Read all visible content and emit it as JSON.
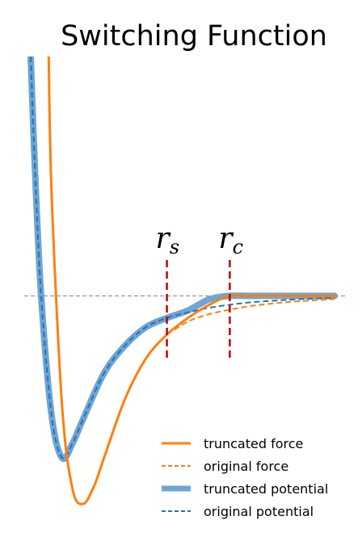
{
  "chart_data": {
    "type": "line",
    "title": "Switching Function",
    "xlabel": "",
    "ylabel": "",
    "xlim": [
      0.3,
      1.85
    ],
    "ylim": [
      -1.2,
      1.3
    ],
    "grid": false,
    "axes_visible": false,
    "legend_position": "bottom-right",
    "zero_line": {
      "y": 0,
      "style": "dashed",
      "color": "#808080"
    },
    "markers": [
      {
        "name": "r_s",
        "symbol": "r",
        "subscript": "s",
        "x": 1.0,
        "color": "#c00000",
        "style": "dashed"
      },
      {
        "name": "r_c",
        "symbol": "r",
        "subscript": "c",
        "x": 1.3,
        "color": "#c00000",
        "style": "dashed"
      }
    ],
    "series": [
      {
        "name": "truncated force",
        "color": "#ff7f0e",
        "line_style": "solid",
        "line_width": 3,
        "x": [
          0.436,
          0.45,
          0.5,
          0.55,
          0.6,
          0.65,
          0.7,
          0.8,
          0.9,
          1.0,
          1.1,
          1.2,
          1.3,
          1.4,
          1.6,
          1.8
        ],
        "y": [
          1.3,
          0.55,
          -0.6,
          -1.05,
          -1.13,
          -1.04,
          -0.88,
          -0.56,
          -0.34,
          -0.21,
          -0.12,
          -0.05,
          0.0,
          0.0,
          0.0,
          0.0
        ]
      },
      {
        "name": "original force",
        "color": "#ff7f0e",
        "line_style": "dashed",
        "line_width": 2,
        "x": [
          1.0,
          1.1,
          1.2,
          1.3,
          1.4,
          1.5,
          1.6,
          1.7,
          1.8
        ],
        "y": [
          -0.21,
          -0.14,
          -0.1,
          -0.075,
          -0.055,
          -0.042,
          -0.032,
          -0.024,
          -0.018
        ]
      },
      {
        "name": "truncated potential",
        "color": "#6fa4d4",
        "line_style": "solid",
        "line_width": 8,
        "x": [
          0.35,
          0.37,
          0.4,
          0.45,
          0.5,
          0.55,
          0.6,
          0.7,
          0.8,
          0.9,
          1.0,
          1.1,
          1.2,
          1.3,
          1.4,
          1.6,
          1.8
        ],
        "y": [
          1.3,
          0.7,
          0.0,
          -0.65,
          -0.88,
          -0.8,
          -0.67,
          -0.42,
          -0.27,
          -0.17,
          -0.12,
          -0.08,
          -0.02,
          0.0,
          0.0,
          0.0,
          0.0
        ]
      },
      {
        "name": "original potential",
        "color": "#1f77b4",
        "line_style": "dashed",
        "line_width": 2,
        "x": [
          0.35,
          0.37,
          0.4,
          0.45,
          0.5,
          0.55,
          0.6,
          0.7,
          0.8,
          0.9,
          1.0,
          1.1,
          1.2,
          1.3,
          1.4,
          1.5,
          1.6,
          1.7,
          1.8
        ],
        "y": [
          1.3,
          0.7,
          0.0,
          -0.65,
          -0.88,
          -0.8,
          -0.67,
          -0.42,
          -0.27,
          -0.17,
          -0.12,
          -0.09,
          -0.065,
          -0.048,
          -0.035,
          -0.027,
          -0.02,
          -0.015,
          -0.011
        ]
      }
    ]
  }
}
